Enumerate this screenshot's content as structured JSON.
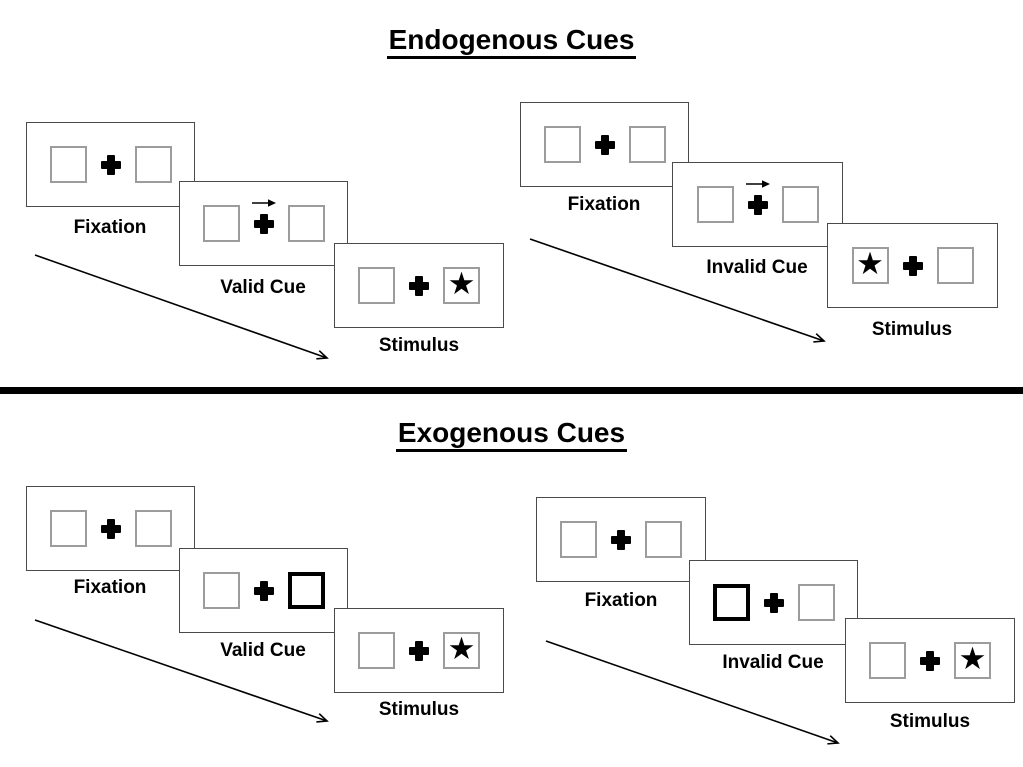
{
  "diagram": {
    "kind": "posner-cueing-paradigm",
    "sections": [
      {
        "title": "Endogenous Cues",
        "groups": [
          {
            "condition": "valid",
            "panels": [
              {
                "label": "Fixation",
                "content": "two empty squares with central fixation cross"
              },
              {
                "label": "Valid Cue",
                "content": "central right-pointing arrow cue above fixation cross"
              },
              {
                "label": "Stimulus",
                "content": "star appears in right square"
              }
            ]
          },
          {
            "condition": "invalid",
            "panels": [
              {
                "label": "Fixation",
                "content": "two empty squares with central fixation cross"
              },
              {
                "label": "Invalid Cue",
                "content": "central right-pointing arrow cue above fixation cross"
              },
              {
                "label": "Stimulus",
                "content": "star appears in left square"
              }
            ]
          }
        ]
      },
      {
        "title": "Exogenous Cues",
        "groups": [
          {
            "condition": "valid",
            "panels": [
              {
                "label": "Fixation",
                "content": "two empty squares with central fixation cross"
              },
              {
                "label": "Valid Cue",
                "content": "right square highlighted with bold border"
              },
              {
                "label": "Stimulus",
                "content": "star appears in right square"
              }
            ]
          },
          {
            "condition": "invalid",
            "panels": [
              {
                "label": "Fixation",
                "content": "two empty squares with central fixation cross"
              },
              {
                "label": "Invalid Cue",
                "content": "left square highlighted with bold border"
              },
              {
                "label": "Stimulus",
                "content": "star appears in right square"
              }
            ]
          }
        ]
      }
    ],
    "icons": {
      "star": "★",
      "fixation_cross": "plus-shape",
      "cue_arrow": "right-arrow",
      "timeline_arrow": "diagonal-down-right-arrow"
    },
    "colors": {
      "background": "#ffffff",
      "ink": "#000000",
      "panel_border": "#4a4a4a",
      "square_border": "#9c9c9c"
    }
  }
}
